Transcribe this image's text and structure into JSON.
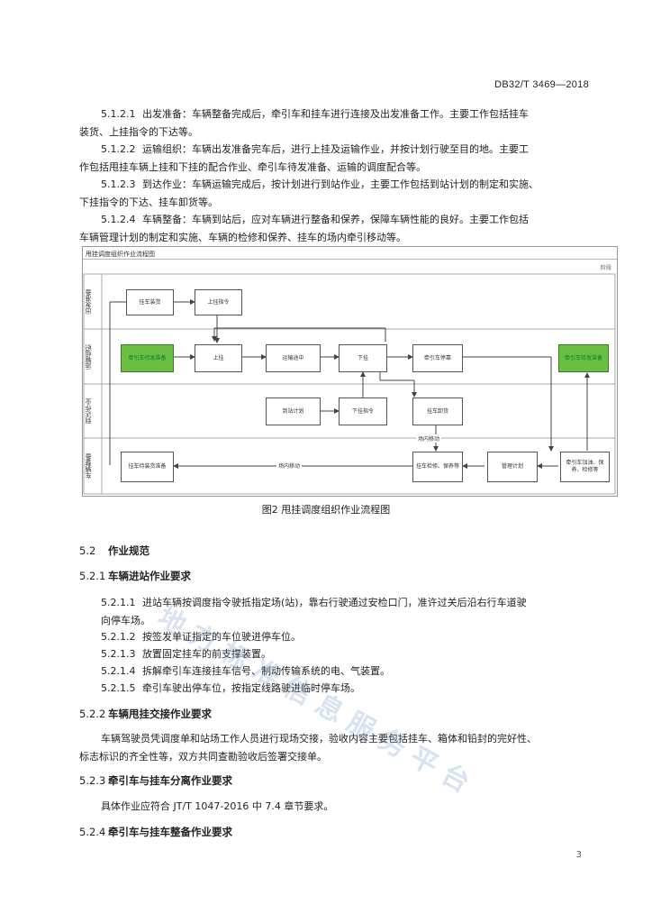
{
  "header": {
    "std_no": "DB32/T 3469—2018"
  },
  "paragraphs_top": [
    {
      "num": "5.1.2.1",
      "text": "出发准备：车辆整备完成后，牵引车和挂车进行连接及出发准备工作。主要工作包括挂车",
      "cont": "装货、上挂指令的下达等。"
    },
    {
      "num": "5.1.2.2",
      "text": "运输组织：车辆出发准备完车后，进行上挂及运输作业，并按计划行驶至目的地。主要工",
      "cont": "作包括甩挂车辆上挂和下挂的配合作业、牵引车待发准备、运输的调度配合等。"
    },
    {
      "num": "5.1.2.3",
      "text": "到达作业：车辆运输完成后，按计划进行到站作业，主要工作包括到站计划的制定和实施、",
      "cont": "下挂指令的下达、挂车卸货等。"
    },
    {
      "num": "5.1.2.4",
      "text": "车辆整备：车辆到站后，应对车辆进行整备和保养，保障车辆性能的良好。主要工作包括",
      "cont": "车辆管理计划的制定和实施、车辆的检修和保养、挂车的场内牵引移动等。"
    }
  ],
  "figure": {
    "title": "甩挂调度组织作业流程图",
    "right_label": "阶段",
    "lanes": [
      "出发准备",
      "运输组织",
      "到达作业",
      "车辆整备"
    ],
    "boxes": {
      "guache_zhuanghuo": "挂车装货",
      "shangua_zhiling": "上挂指令",
      "qianyin_daifa_left": "牵引车待发准备",
      "shanggua": "上挂",
      "yunshu_tuzhong": "运输途中",
      "xiagua": "下挂",
      "qianyin_tingche": "牵引车停靠",
      "qianyin_daifa_right": "牵引车待发准备",
      "daozhan_jihua": "到站计划",
      "xiagua_zhiling": "下挂指令",
      "guache_xiehuo": "挂车卸货",
      "guache_zhuanghuo_zhunbei": "挂车待装货准备",
      "guache_jianxiu": "挂车检修、保养等",
      "guanli_jihua": "管理计划",
      "qianyin_jiayou": "牵引车加油、保养、检修等"
    },
    "flow_labels": {
      "changnei_yidong_1": "场内移动",
      "changnei_yidong_2": "场内移动"
    }
  },
  "caption": "图2 甩挂调度组织作业流程图",
  "sections": [
    {
      "num": "5.2",
      "title": "作业规范"
    },
    {
      "num": "5.2.1",
      "title": "车辆进站作业要求"
    }
  ],
  "items_521": [
    {
      "num": "5.2.1.1",
      "text": "进站车辆按调度指令驶抵指定场(站)，靠右行驶通过安检口门，准许过关后沿右行车道驶",
      "cont": "向停车场。"
    },
    {
      "num": "5.2.1.2",
      "text": "按签发单证指定的车位驶进停车位。"
    },
    {
      "num": "5.2.1.3",
      "text": "放置固定挂车的前支撑装置。"
    },
    {
      "num": "5.2.1.4",
      "text": "拆解牵引车连接挂车信号、制动传输系统的电、气装置。"
    },
    {
      "num": "5.2.1.5",
      "text": "牵引车驶出停车位，按指定线路驶进临时停车场。"
    }
  ],
  "sec_522": {
    "num": "5.2.2",
    "title": "车辆甩挂交接作业要求"
  },
  "para_522": {
    "line1": "车辆驾驶员凭调度单和站场工作人员进行现场交接，验收内容主要包括挂车、箱体和铅封的完好性、",
    "line2": "标志标识的齐全性等，双方共同查勘验收后签署交接单。"
  },
  "sec_523": {
    "num": "5.2.3",
    "title": "牵引车与挂车分离作业要求"
  },
  "para_523": "具体作业应符合 JT/T 1047-2016 中 7.4 章节要求。",
  "sec_524": {
    "num": "5.2.4",
    "title": "牵引车与挂车整备作业要求"
  },
  "page_number": "3",
  "watermark": "地方标准信息服务平台",
  "colors": {
    "green_box": "#6abf43"
  }
}
